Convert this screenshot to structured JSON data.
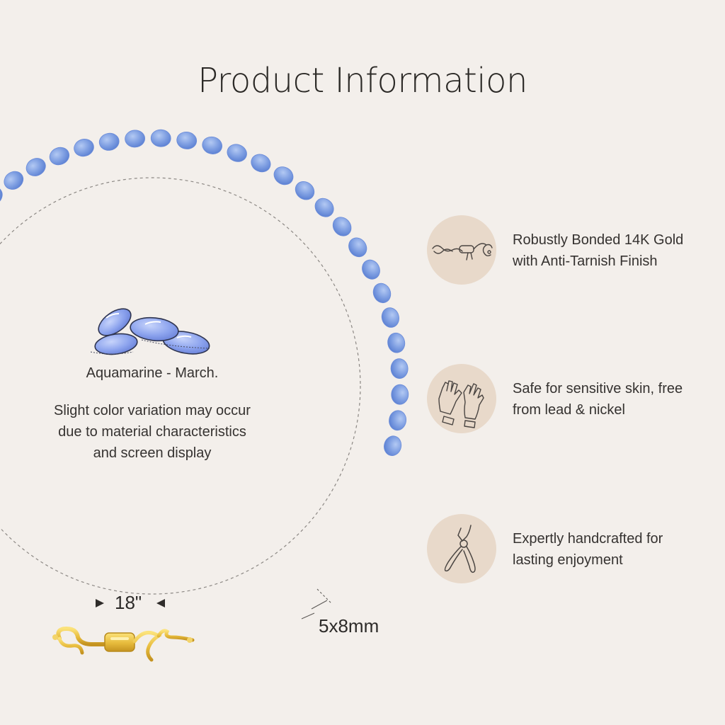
{
  "title": "Product Information",
  "gemstone": {
    "name": "Aquamarine - March.",
    "note_lines": [
      "Slight color variation may occur",
      "due to material characteristics",
      "and screen display"
    ],
    "icon": "aquamarine-beads-icon"
  },
  "measurements": {
    "length": "18\"",
    "bead_size": "5x8mm"
  },
  "features": [
    {
      "icon": "gold-clasp-icon",
      "lines": [
        "Robustly Bonded 14K Gold",
        "with Anti-Tarnish Finish"
      ]
    },
    {
      "icon": "gloves-icon",
      "lines": [
        "Safe for sensitive skin, free",
        "from lead & nickel"
      ]
    },
    {
      "icon": "pliers-icon",
      "lines": [
        "Expertly handcrafted for",
        "lasting enjoyment"
      ]
    }
  ],
  "colors": {
    "background": "#f3efeb",
    "bead": "#7c9fe3",
    "gold": "#e7bb3c",
    "icon_circle": "#e8d9ca"
  }
}
